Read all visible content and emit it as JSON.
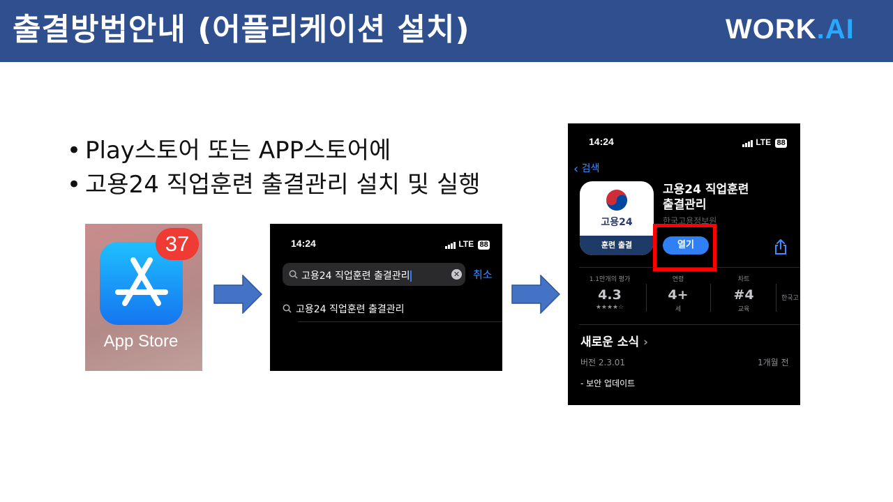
{
  "header": {
    "title": "출결방법안내 (어플리케이션 설치)",
    "logo_text": "WORK.AI",
    "background_color": "#2f4f8f"
  },
  "bullets": [
    "Play스토어 또는 APP스토어에",
    "고용24 직업훈련 출결관리 설치 및 실행"
  ],
  "step1": {
    "app_name": "App Store",
    "badge_count": "37",
    "icon": "app-store-icon"
  },
  "step2": {
    "status": {
      "time": "14:24",
      "network": "LTE",
      "battery": "88"
    },
    "search_query": "고용24 직업훈련 출결관리",
    "cancel_label": "취소",
    "suggestion": "고용24 직업훈련 출결관리"
  },
  "step3": {
    "status": {
      "time": "14:24",
      "network": "LTE",
      "battery": "88"
    },
    "back_label": "검색",
    "app_icon_label": "고용24",
    "app_icon_strip": "훈련 출결",
    "app_title_line1": "고용24 직업훈련",
    "app_title_line2": "출결관리",
    "developer": "한국고용정보원",
    "open_button": "열기",
    "stats": [
      {
        "caption": "1.1만개의 평가",
        "value": "4.3",
        "sub": "★★★★☆"
      },
      {
        "caption": "연령",
        "value": "4+",
        "sub": "세"
      },
      {
        "caption": "차트",
        "value": "#4",
        "sub": "교육"
      },
      {
        "caption": "",
        "value": "",
        "sub": "한국고"
      }
    ],
    "whats_new": "새로운 소식",
    "version": "버전 2.3.01",
    "time_ago": "1개월 전",
    "release_note": "- 보안 업데이트",
    "highlight_color": "#ff0000",
    "accent_color": "#2f7ff5"
  }
}
